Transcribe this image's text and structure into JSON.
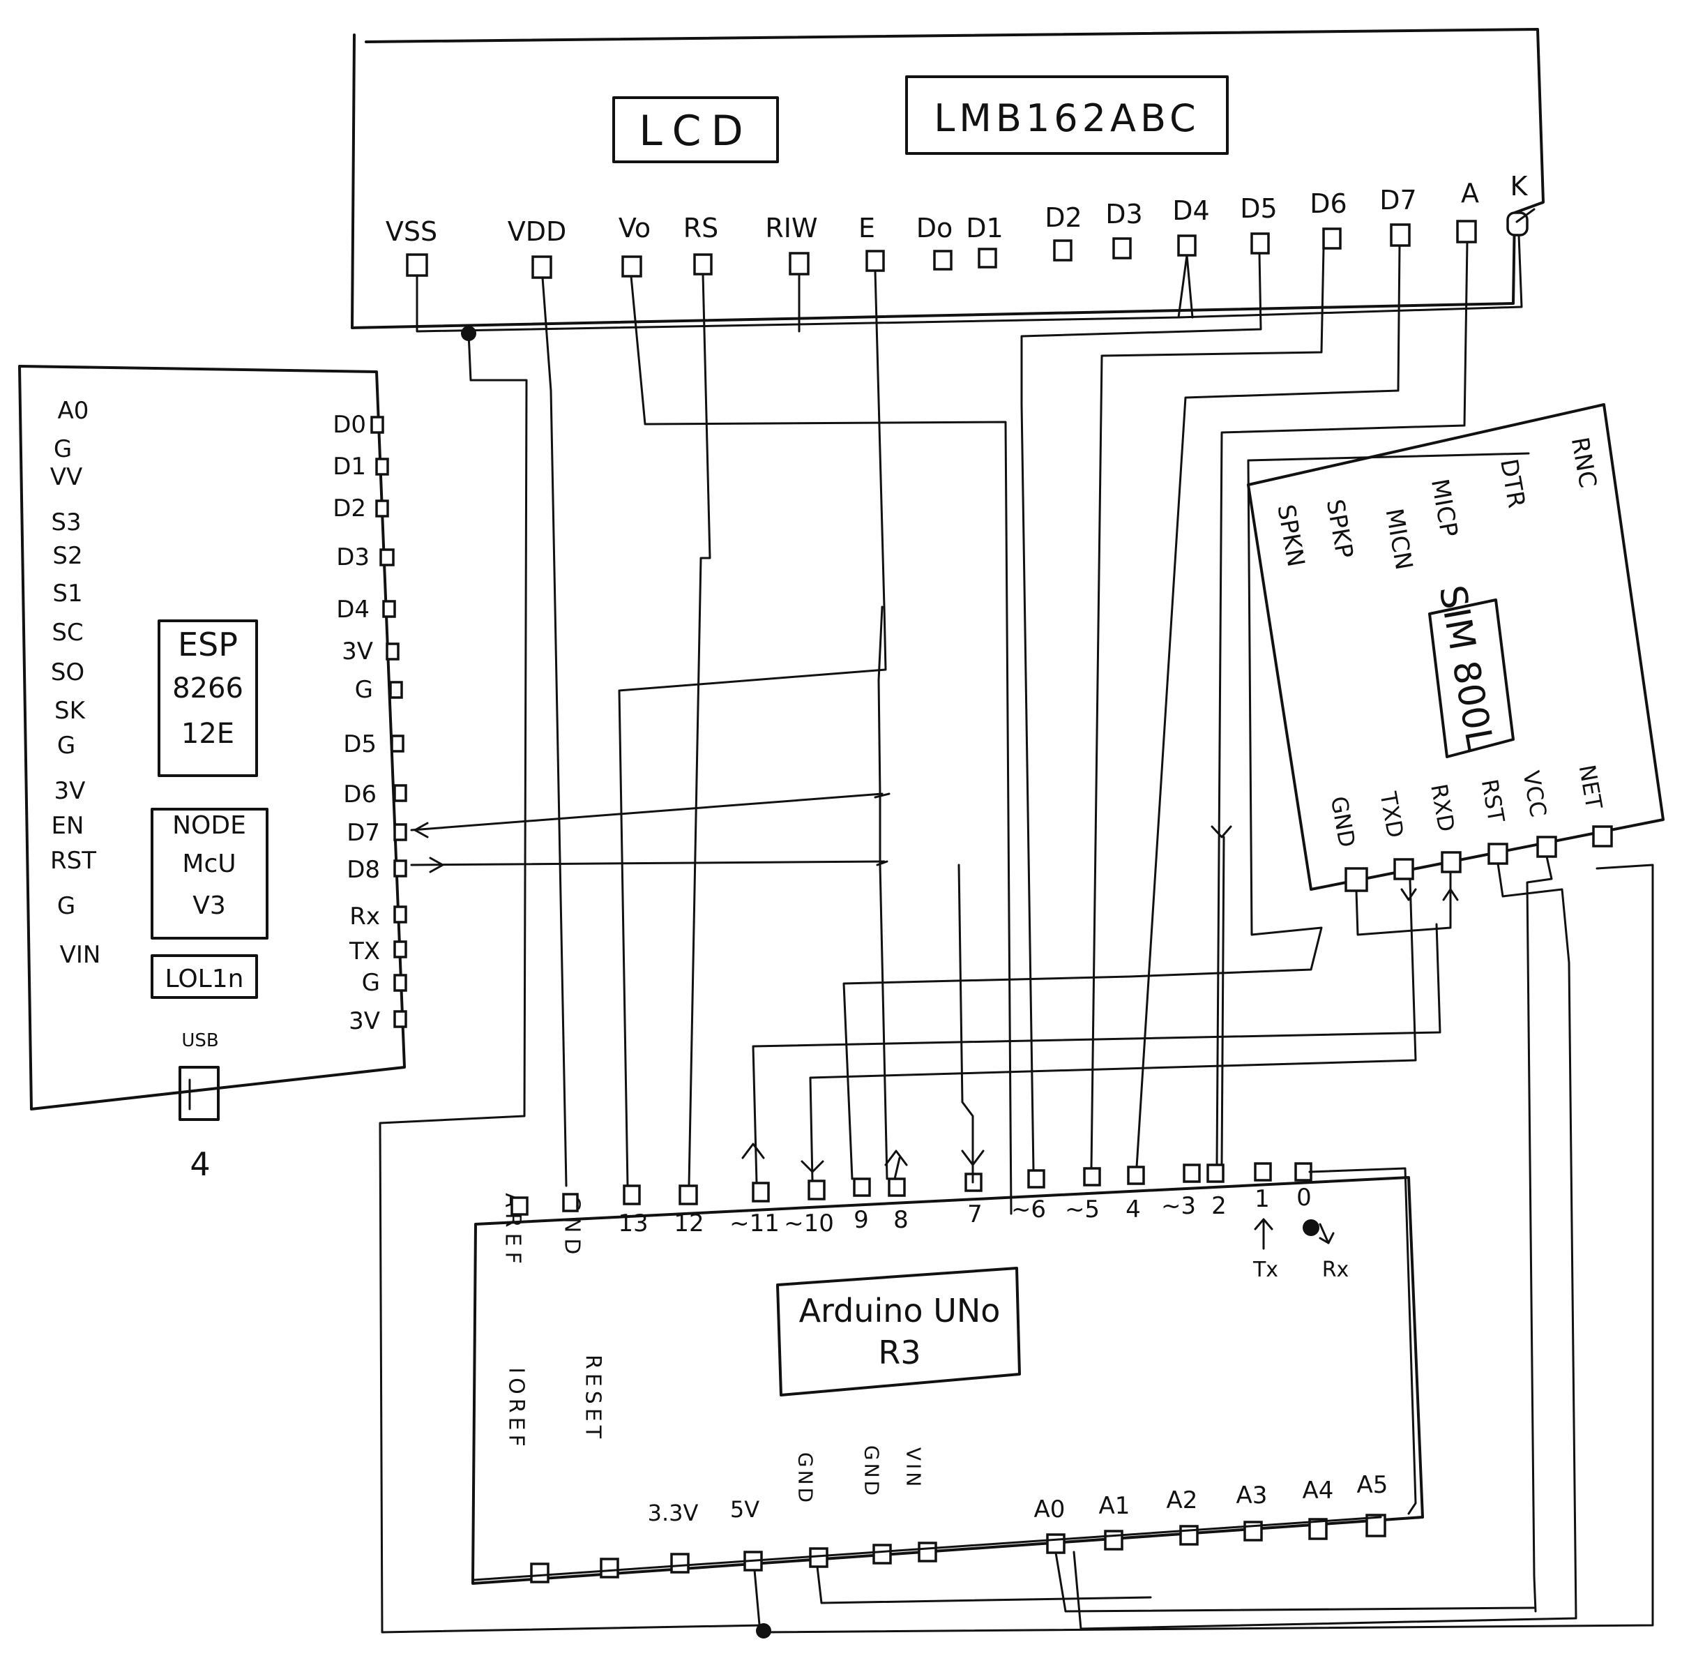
{
  "lcd": {
    "title": "LCD",
    "model": "LMB162ABC",
    "pins": [
      "VSS",
      "VDD",
      "Vo",
      "RS",
      "RIW",
      "E",
      "Do",
      "D1",
      "D2",
      "D3",
      "D4",
      "D5",
      "D6",
      "D7",
      "A",
      "K"
    ]
  },
  "esp": {
    "title_lines": [
      "ESP",
      "8266",
      "12E"
    ],
    "nodemcu_lines": [
      "NODE",
      "McU",
      "V3"
    ],
    "brand": "LOL1n",
    "usb_label": "USB",
    "usb_symbol": "4",
    "left_pins": [
      "A0",
      "G",
      "VV",
      "S3",
      "S2",
      "S1",
      "SC",
      "SO",
      "SK",
      "G",
      "3V",
      "EN",
      "RST",
      "G",
      "VIN"
    ],
    "right_pins": [
      "D0",
      "D1",
      "D2",
      "D3",
      "D4",
      "3V",
      "G",
      "D5",
      "D6",
      "D7",
      "D8",
      "Rx",
      "TX",
      "G",
      "3V"
    ]
  },
  "sim": {
    "title": "SIM 800L",
    "top_pins": [
      "RNC",
      "DTR",
      "MICP",
      "MICN",
      "SPKP",
      "SPKN"
    ],
    "bottom_pins": [
      "NET",
      "VCC",
      "RST",
      "RXD",
      "TXD",
      "GND"
    ]
  },
  "arduino": {
    "title_line1": "Arduino UNo",
    "title_line2": "R3",
    "digital_pins": [
      "AREF",
      "GND",
      "13",
      "12",
      "~11",
      "~10",
      "9",
      "8",
      "7",
      "~6",
      "~5",
      "4",
      "~3",
      "2",
      "1",
      "0"
    ],
    "tx_label": "Tx",
    "rx_label": "Rx",
    "power_pins": [
      "IOREF",
      "RESET",
      "3.3V",
      "5V",
      "GND",
      "GND",
      "VIN"
    ],
    "analog_pins": [
      "A0",
      "A1",
      "A2",
      "A3",
      "A4",
      "A5"
    ]
  }
}
